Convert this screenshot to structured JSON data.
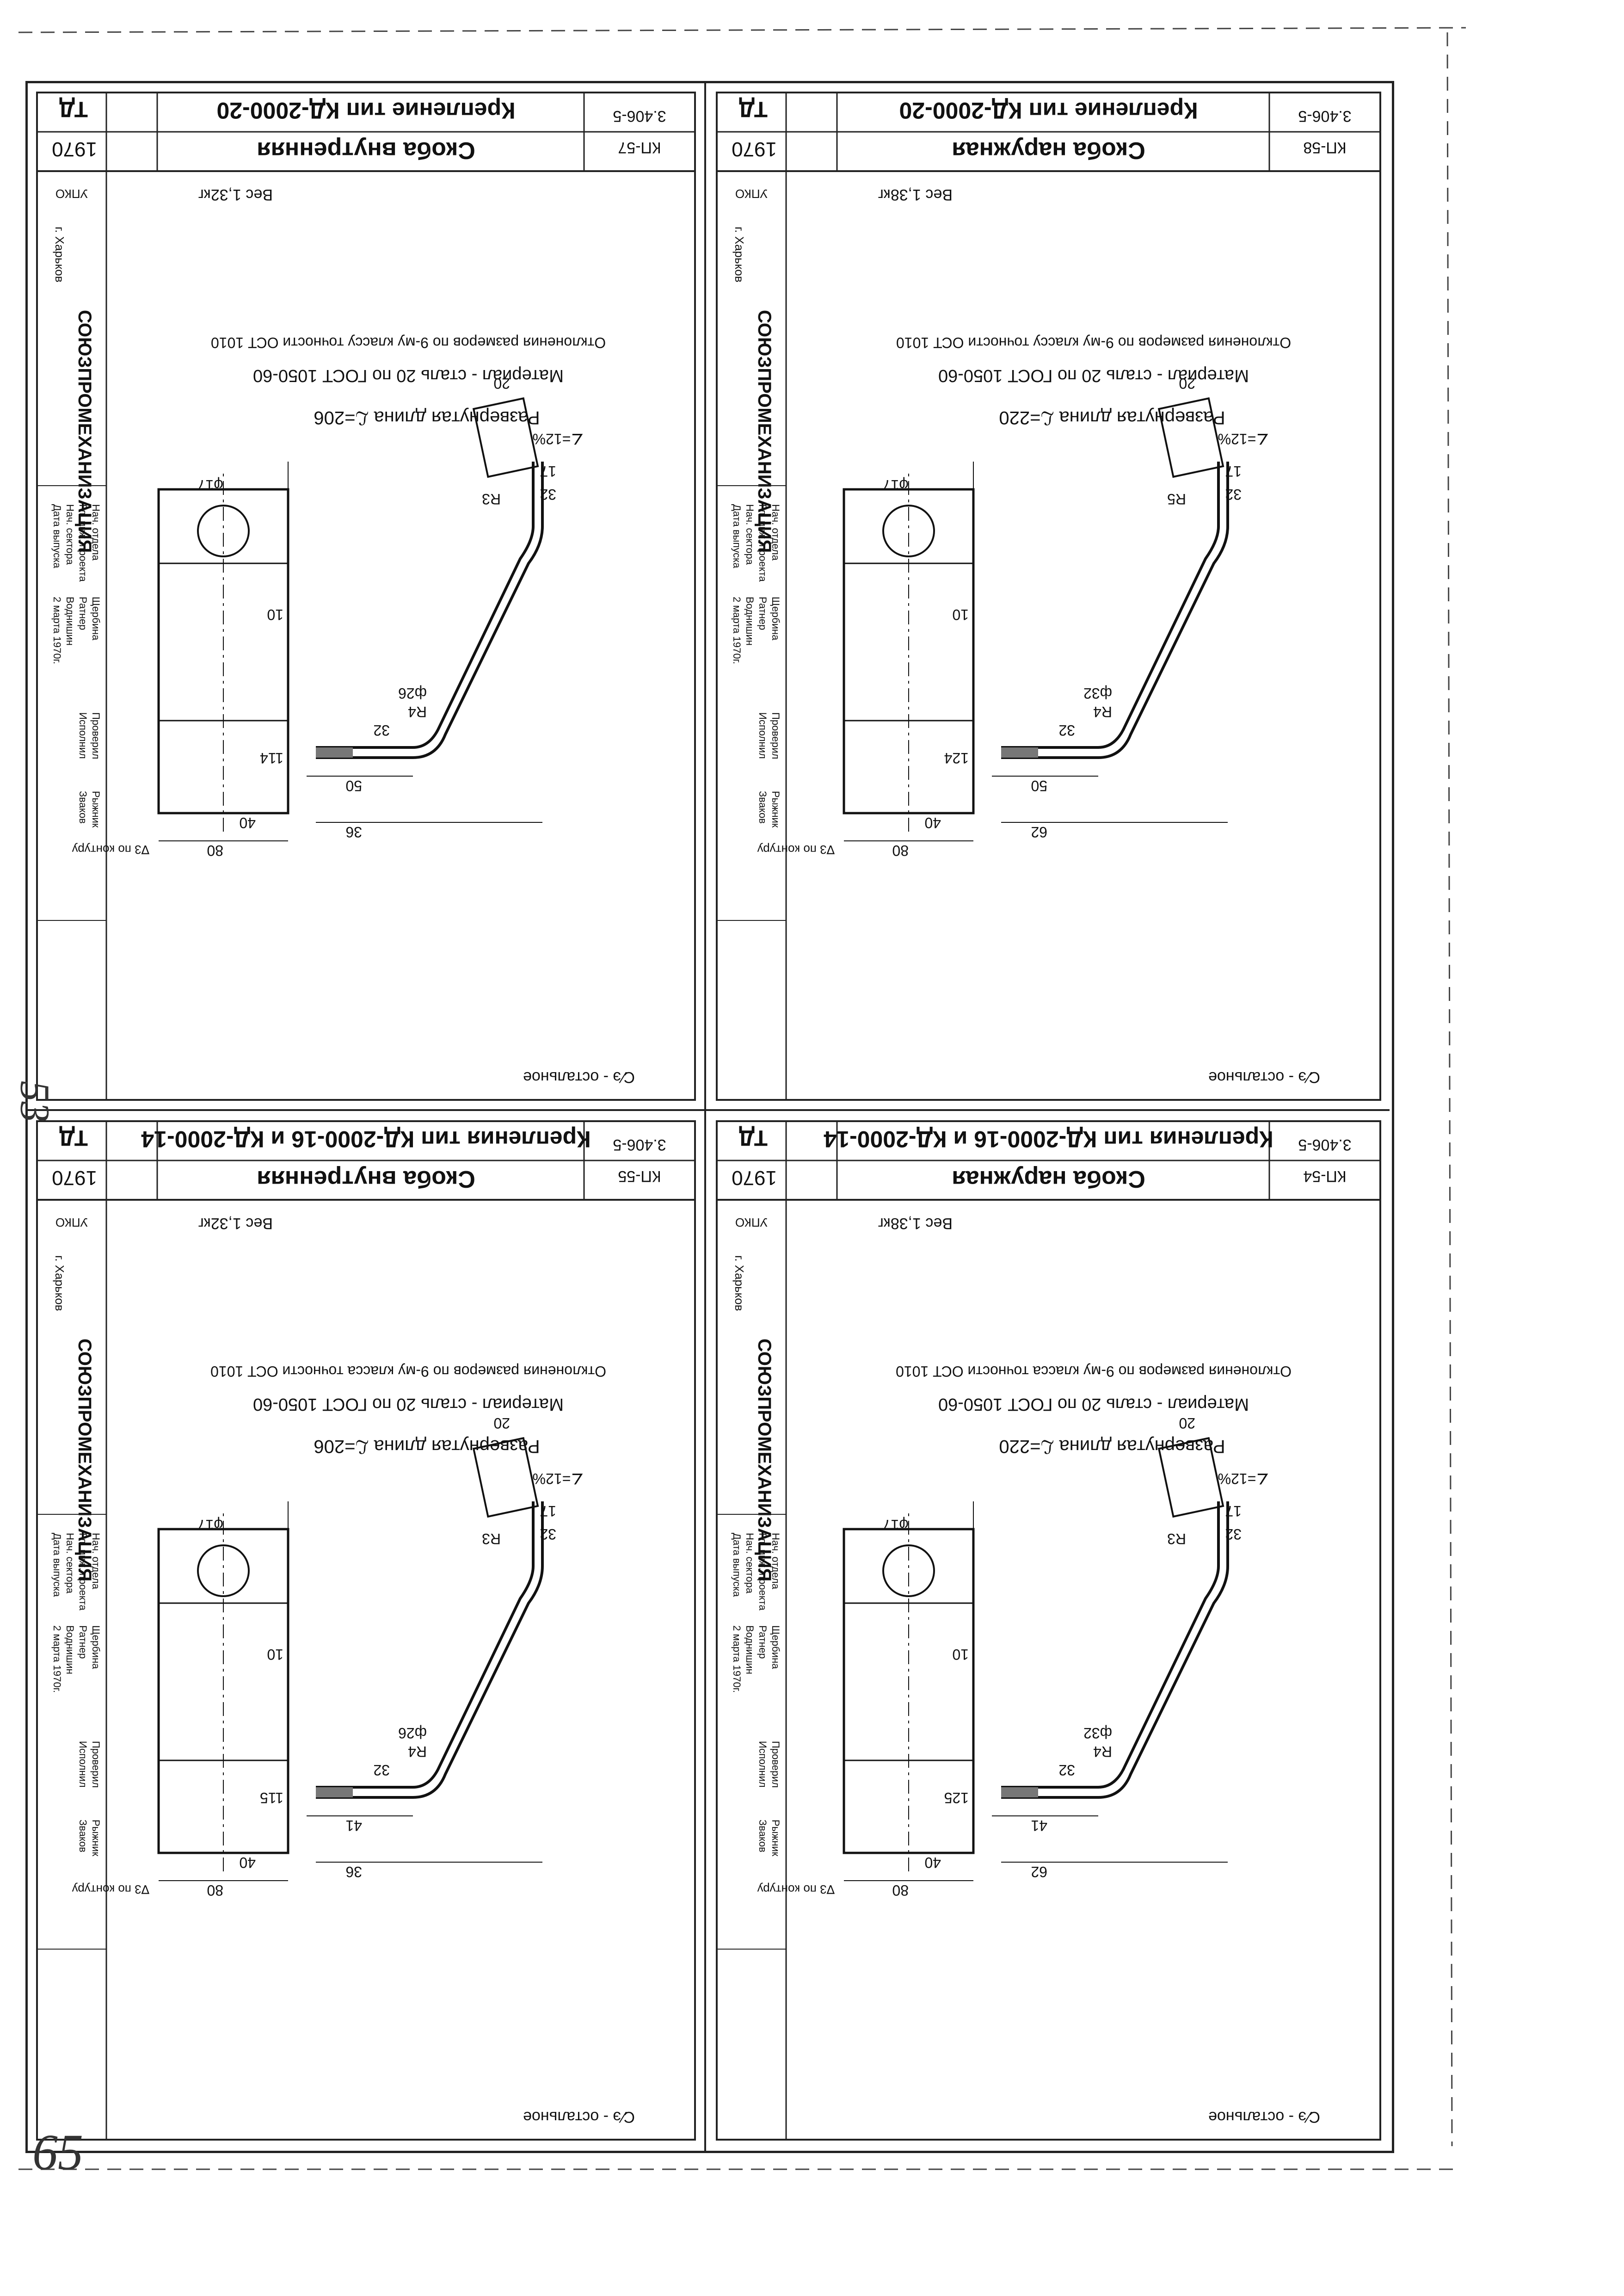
{
  "page": {
    "page_number_bottom": "65",
    "page_number_side": "53"
  },
  "sheets": [
    {
      "id": "top-right",
      "org": "СОЮЗПРОМЕХАНИЗАЦИЯ",
      "org_top": "УПКО",
      "city": "г. Харьков",
      "year": "1970",
      "stage": "ТД",
      "title": "Крепление тип КД-2000-20",
      "part": "Скоба наружная",
      "series": "3.406-5",
      "sheet": "КП-58",
      "weight": "Вес 1,38кг",
      "developed_length": "Развернутая длина ℒ=220",
      "material": "Материал - сталь 20 по ГОСТ 1050-60",
      "tolerance": "Отклонения размеров по 9-му классу точности ОСТ 1010",
      "surface": "∇3 по контуру",
      "note": "С∕э - остальное",
      "dims": [
        "10",
        "124",
        "32",
        "17",
        "50",
        "62",
        "32",
        "80",
        "40",
        "R4",
        "R5",
        "ф32",
        "φ17",
        "20",
        "∠=12%"
      ],
      "staff": [
        {
          "role": "Нач. отдела",
          "name": "Щербина"
        },
        {
          "role": "Гл. инж. проекта",
          "name": "Ратнер"
        },
        {
          "role": "Нач. сектора",
          "name": "Воднишин"
        },
        {
          "role": "Дата выпуска",
          "name": "2 марта 1970г."
        }
      ],
      "checked": [
        "Проверил",
        "Исполнил"
      ],
      "checked_names": [
        "Рыжник",
        "Зваков"
      ]
    },
    {
      "id": "top-left",
      "org": "СОЮЗПРОМЕХАНИЗАЦИЯ",
      "org_top": "УПКО",
      "city": "г. Харьков",
      "year": "1970",
      "stage": "ТД",
      "title": "Крепление тип КД-2000-20",
      "part": "Скоба внутренняя",
      "series": "3.406-5",
      "sheet": "КП-57",
      "weight": "Вес 1,32кг",
      "developed_length": "Развернутая длина ℒ=206",
      "material": "Материал - сталь 20 по ГОСТ 1050-60",
      "tolerance": "Отклонения размеров по 9-му классу точности ОСТ 1010",
      "surface": "∇3 по контуру",
      "note": "С∕э - остальное",
      "dims": [
        "10",
        "114",
        "32",
        "17",
        "50",
        "36",
        "32",
        "80",
        "40",
        "R4",
        "R3",
        "ф26",
        "φ17",
        "20",
        "∠=12%"
      ],
      "staff": [
        {
          "role": "Нач. отдела",
          "name": "Щербина"
        },
        {
          "role": "Гл. инж. проекта",
          "name": "Ратнер"
        },
        {
          "role": "Нач. сектора",
          "name": "Воднишин"
        },
        {
          "role": "Дата выпуска",
          "name": "2 марта 1970г."
        }
      ],
      "checked": [
        "Проверил",
        "Исполнил"
      ],
      "checked_names": [
        "Рыжник",
        "Зваков"
      ]
    },
    {
      "id": "bottom-right",
      "org": "СОЮЗПРОМЕХАНИЗАЦИЯ",
      "org_top": "УПКО",
      "city": "г. Харьков",
      "year": "1970",
      "stage": "ТД",
      "title": "Крепления тип КД-2000-16 и КД-2000-14",
      "part": "Скоба наружная",
      "series": "3.406-5",
      "sheet": "КП-54",
      "weight": "Вес 1,38кг",
      "developed_length": "Развернутая длина ℒ=220",
      "material": "Материал - сталь 20 по ГОСТ 1050-60",
      "tolerance": "Отклонения размеров по 9-му класса точности ОСТ 1010",
      "surface": "∇3 по контуру",
      "note": "С∕э - остальное",
      "dims": [
        "10",
        "125",
        "32",
        "17",
        "41",
        "62",
        "32",
        "80",
        "40",
        "R4",
        "R3",
        "ф32",
        "φ17",
        "20",
        "∠=12%"
      ],
      "staff": [
        {
          "role": "Нач. отдела",
          "name": "Щербина"
        },
        {
          "role": "Гл. инж. проекта",
          "name": "Ратнер"
        },
        {
          "role": "Нач. сектора",
          "name": "Воднишин"
        },
        {
          "role": "Дата выпуска",
          "name": "2 марта 1970г."
        }
      ],
      "checked": [
        "Проверил",
        "Исполнил"
      ],
      "checked_names": [
        "Рыжник",
        "Зваков"
      ]
    },
    {
      "id": "bottom-left",
      "org": "СОЮЗПРОМЕХАНИЗАЦИЯ",
      "org_top": "УПКО",
      "city": "г. Харьков",
      "year": "1970",
      "stage": "ТД",
      "title": "Крепления тип КД-2000-16 и КД-2000-14",
      "part": "Скоба внутренняя",
      "series": "3.406-5",
      "sheet": "КП-55",
      "weight": "Вес 1,32кг",
      "developed_length": "Развернутая длина ℒ=206",
      "material": "Материал - сталь 20 по ГОСТ 1050-60",
      "tolerance": "Отклонения размеров по 9-му класса точности ОСТ 1010",
      "surface": "∇3 по контуру",
      "note": "С∕э - остальное",
      "dims": [
        "10",
        "115",
        "32",
        "17",
        "41",
        "36",
        "32",
        "80",
        "40",
        "R4",
        "R3",
        "ф26",
        "φ17",
        "20",
        "∠=12%"
      ],
      "staff": [
        {
          "role": "Нач. отдела",
          "name": "Щербина"
        },
        {
          "role": "Гл. инж. проекта",
          "name": "Ратнер"
        },
        {
          "role": "Нач. сектора",
          "name": "Воднишин"
        },
        {
          "role": "Дата выпуска",
          "name": "2 марта 1970г."
        }
      ],
      "checked": [
        "Проверил",
        "Исполнил"
      ],
      "checked_names": [
        "Рыжник",
        "Зваков"
      ]
    }
  ]
}
